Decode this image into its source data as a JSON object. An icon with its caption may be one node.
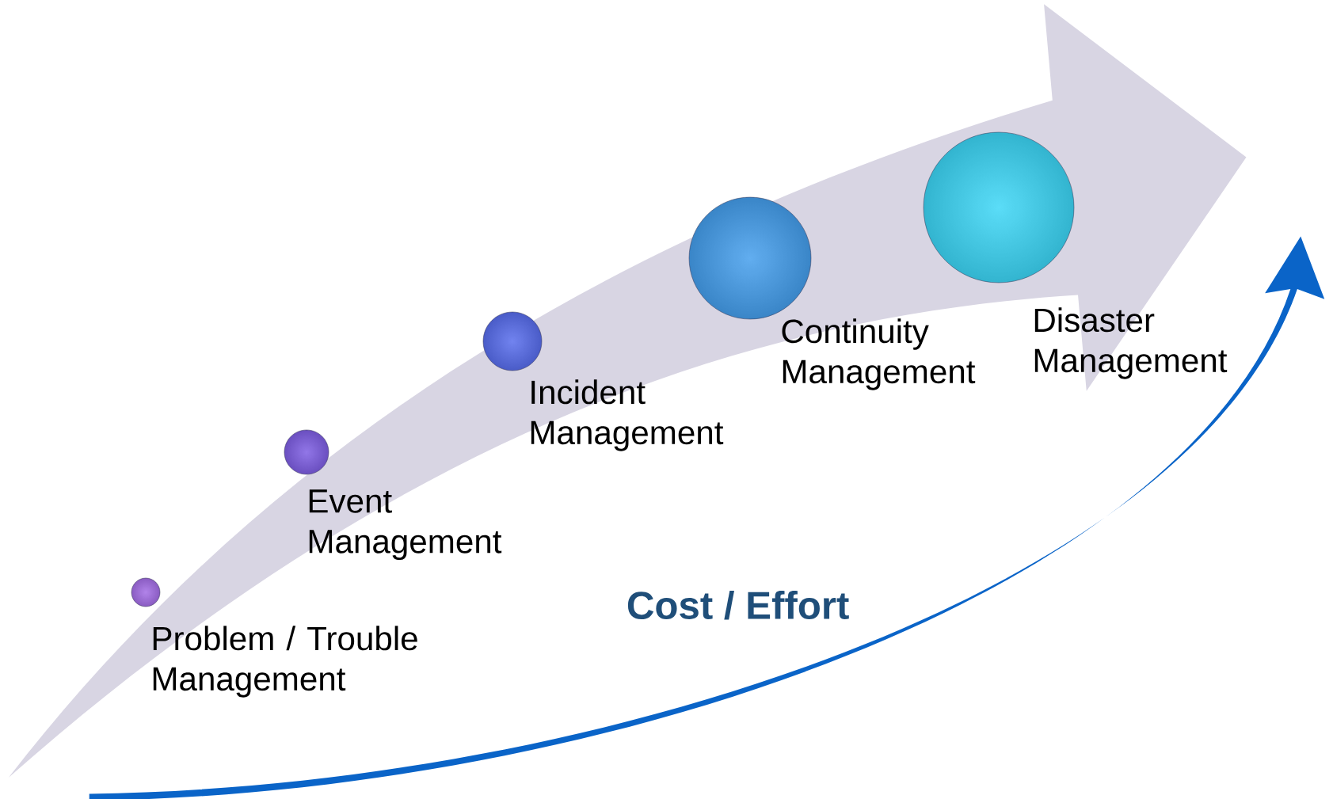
{
  "diagram": {
    "nodes": [
      {
        "text": [
          "Problem / Trouble Management"
        ]
      },
      {
        "text": [
          "Event Management"
        ]
      },
      {
        "text": [
          "Incident Management"
        ]
      },
      {
        "text": [
          "Continuity Management"
        ]
      },
      {
        "text": [
          "Disaster Management"
        ]
      }
    ],
    "labels": [
      "Cost / Effort"
    ]
  }
}
